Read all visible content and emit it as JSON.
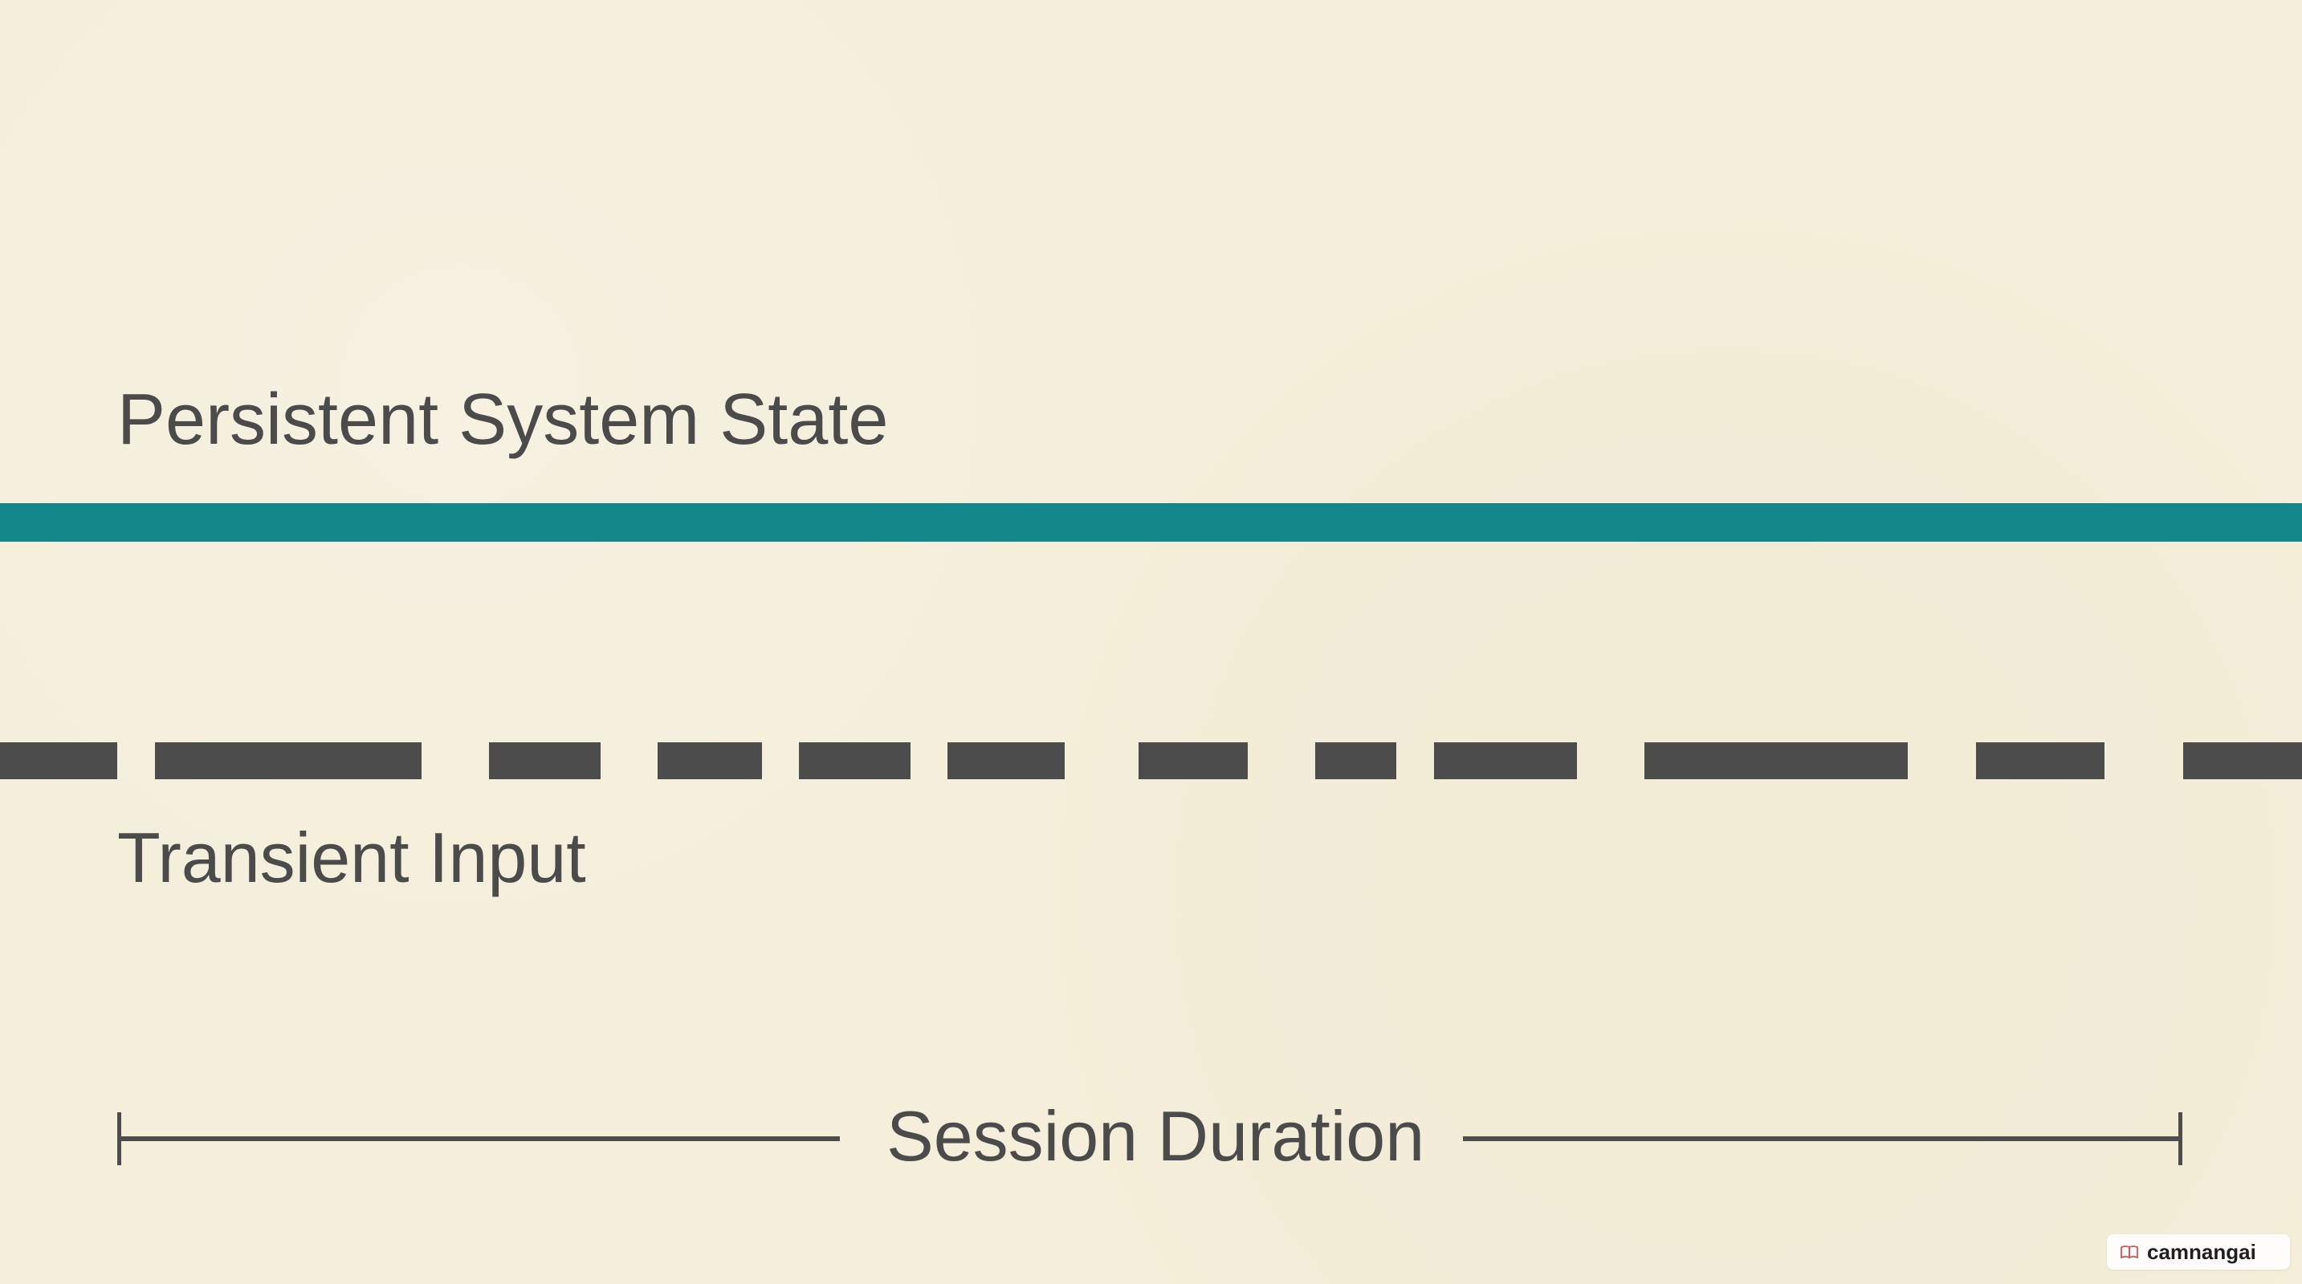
{
  "labels": {
    "persistent": "Persistent System State",
    "transient": "Transient Input",
    "session": "Session Duration"
  },
  "watermark": {
    "text": "camnangai",
    "icon": "book-icon"
  },
  "colors": {
    "background": "#f4eeda",
    "persistent_line": "#138789",
    "transient_line": "#4c4c4c",
    "text": "#4b4b4b",
    "duration_bracket": "#4d4d4d"
  }
}
